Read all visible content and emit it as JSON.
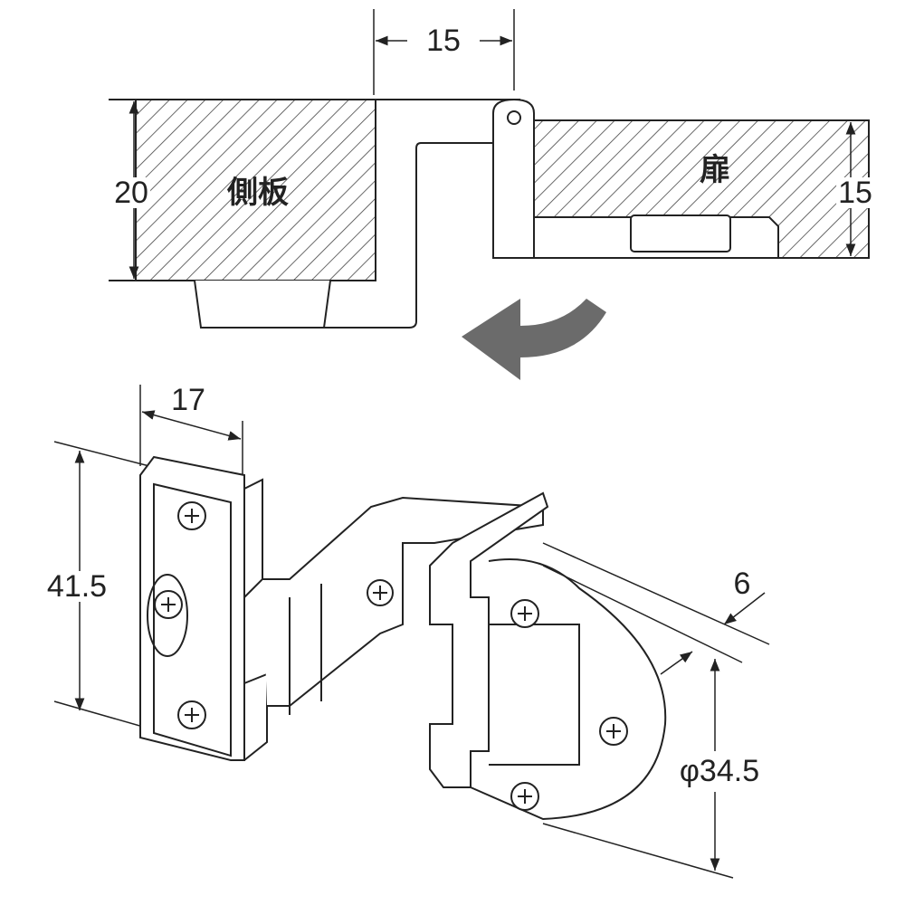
{
  "top_view": {
    "dim_top": "15",
    "dim_left": "20",
    "side_panel_label": "側板",
    "door_label": "扉",
    "dim_right": "15"
  },
  "hinge_view": {
    "dim_width": "17",
    "dim_height": "41.5",
    "dim_thickness": "6",
    "dim_diameter": "φ34.5"
  },
  "colors": {
    "line": "#222222",
    "arrow": "#6b6b6b"
  }
}
